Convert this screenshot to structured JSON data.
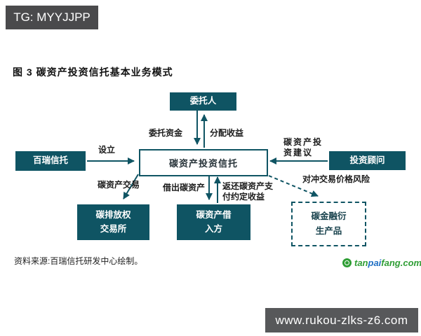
{
  "badge": {
    "text": "TG: MYYJJPP"
  },
  "figure": {
    "title": "图 3  碳资产投资信托基本业务模式"
  },
  "colors": {
    "teal": "#0f5463",
    "badge_bg": "#4a4a4c",
    "watermark_bg": "#57585a",
    "logo_green": "#2f9e35",
    "logo_blue": "#1f6fc4"
  },
  "nodes": {
    "principal": {
      "label": "委托人"
    },
    "trust": {
      "label": "碳资产投资信托"
    },
    "bairui": {
      "label": "百瑞信托"
    },
    "advisor": {
      "label": "投资顾问"
    },
    "exchange": {
      "line1": "碳排放权",
      "line2": "交易所"
    },
    "borrower": {
      "line1": "碳资产借",
      "line2": "入方"
    },
    "derivatives": {
      "line1": "碳金融衍",
      "line2": "生产品"
    }
  },
  "edges": {
    "entrust_funds": "委托资金",
    "distribute_income": "分配收益",
    "establish": "设立",
    "advice_line1": "碳资产投",
    "advice_line2": "资建议",
    "hedge_risk": "对冲交易价格风险",
    "carbon_trading": "碳资产交易",
    "lend_assets": "借出碳资产",
    "return_line1": "返还碳资产支",
    "return_line2": "付约定收益"
  },
  "footer": {
    "source": "资料来源:百瑞信托研发中心绘制。",
    "logo": {
      "part1": "tan",
      "part2": "pai",
      "part3": "fang.com"
    },
    "watermark": "www.rukou-zlks-z6.com"
  }
}
